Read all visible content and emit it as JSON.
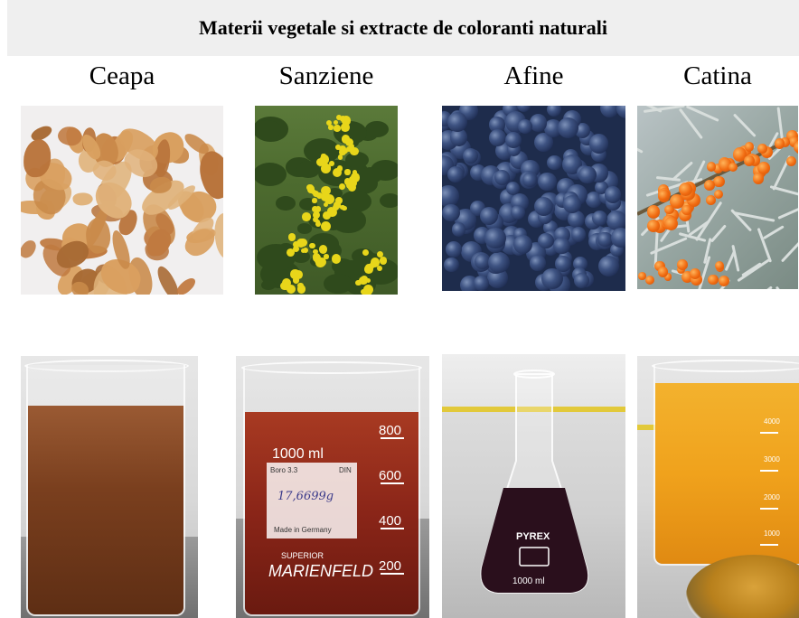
{
  "title": "Materii vegetale si extracte de coloranti naturali",
  "columns": [
    {
      "label": "Ceapa"
    },
    {
      "label": "Sanziene"
    },
    {
      "label": "Afine"
    },
    {
      "label": "Catina"
    }
  ],
  "beaker_texts": {
    "volume": "1000 ml",
    "glass": "Boro 3.3",
    "din": "DIN",
    "made_in": "Made in Germany",
    "superior": "SUPERIOR",
    "brand": "MARIENFELD",
    "handwriting": "17,6699g",
    "marks": [
      "800",
      "600",
      "400",
      "200"
    ],
    "pyrex": "PYREX",
    "pyrex_volume": "1000 ml",
    "catina_marks": [
      "4000",
      "3000",
      "2000",
      "1000"
    ]
  },
  "colors": {
    "onion_extract": "#7a3f1e",
    "tansy_extract": "#8a2518",
    "blueberry_extract": "#2a0f1c",
    "seabuck_extract": "#f0a21c"
  }
}
